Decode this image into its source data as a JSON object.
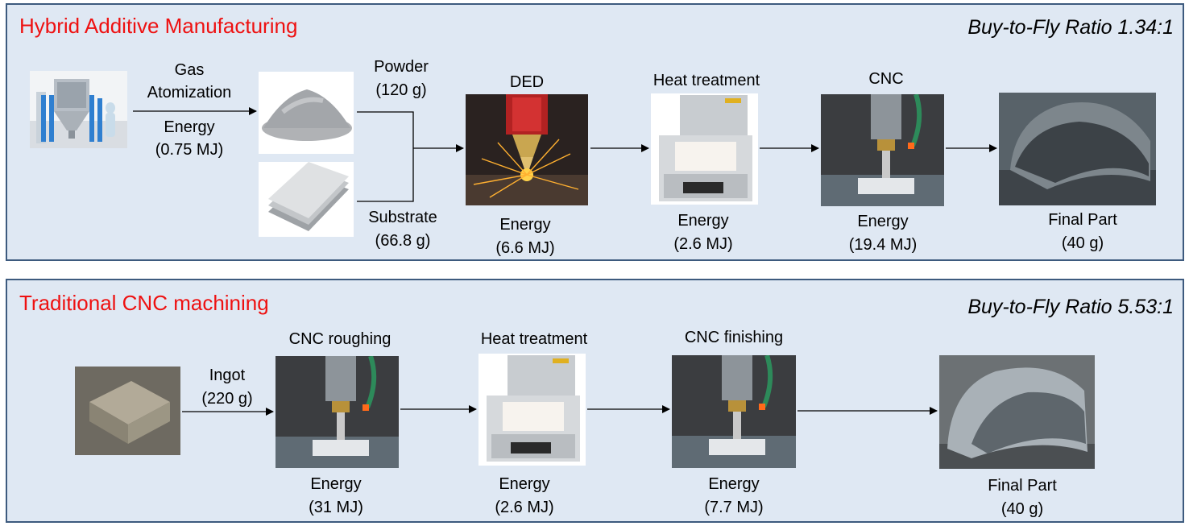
{
  "hybrid": {
    "title": "Hybrid Additive Manufacturing",
    "ratio": "Buy-to-Fly Ratio 1.34:1",
    "gas_atomization": {
      "line1": "Gas",
      "line2": "Atomization",
      "energy_label": "Energy",
      "energy_value": "(0.75 MJ)"
    },
    "powder": {
      "line1": "Powder",
      "line2": "(120 g)"
    },
    "substrate": {
      "line1": "Substrate",
      "line2": "(66.8 g)"
    },
    "ded": {
      "title": "DED",
      "energy_label": "Energy",
      "energy_value": "(6.6 MJ)"
    },
    "heat": {
      "title": "Heat treatment",
      "energy_label": "Energy",
      "energy_value": "(2.6 MJ)"
    },
    "cnc": {
      "title": "CNC",
      "energy_label": "Energy",
      "energy_value": "(19.4 MJ)"
    },
    "final": {
      "line1": "Final Part",
      "line2": "(40 g)"
    }
  },
  "traditional": {
    "title": "Traditional CNC machining",
    "ratio": "Buy-to-Fly Ratio 5.53:1",
    "ingot": {
      "line1": "Ingot",
      "line2": "(220 g)"
    },
    "roughing": {
      "title": "CNC roughing",
      "energy_label": "Energy",
      "energy_value": "(31 MJ)"
    },
    "heat": {
      "title": "Heat treatment",
      "energy_label": "Energy",
      "energy_value": "(2.6 MJ)"
    },
    "finishing": {
      "title": "CNC finishing",
      "energy_label": "Energy",
      "energy_value": "(7.7 MJ)"
    },
    "final": {
      "line1": "Final Part",
      "line2": "(40 g)"
    }
  }
}
